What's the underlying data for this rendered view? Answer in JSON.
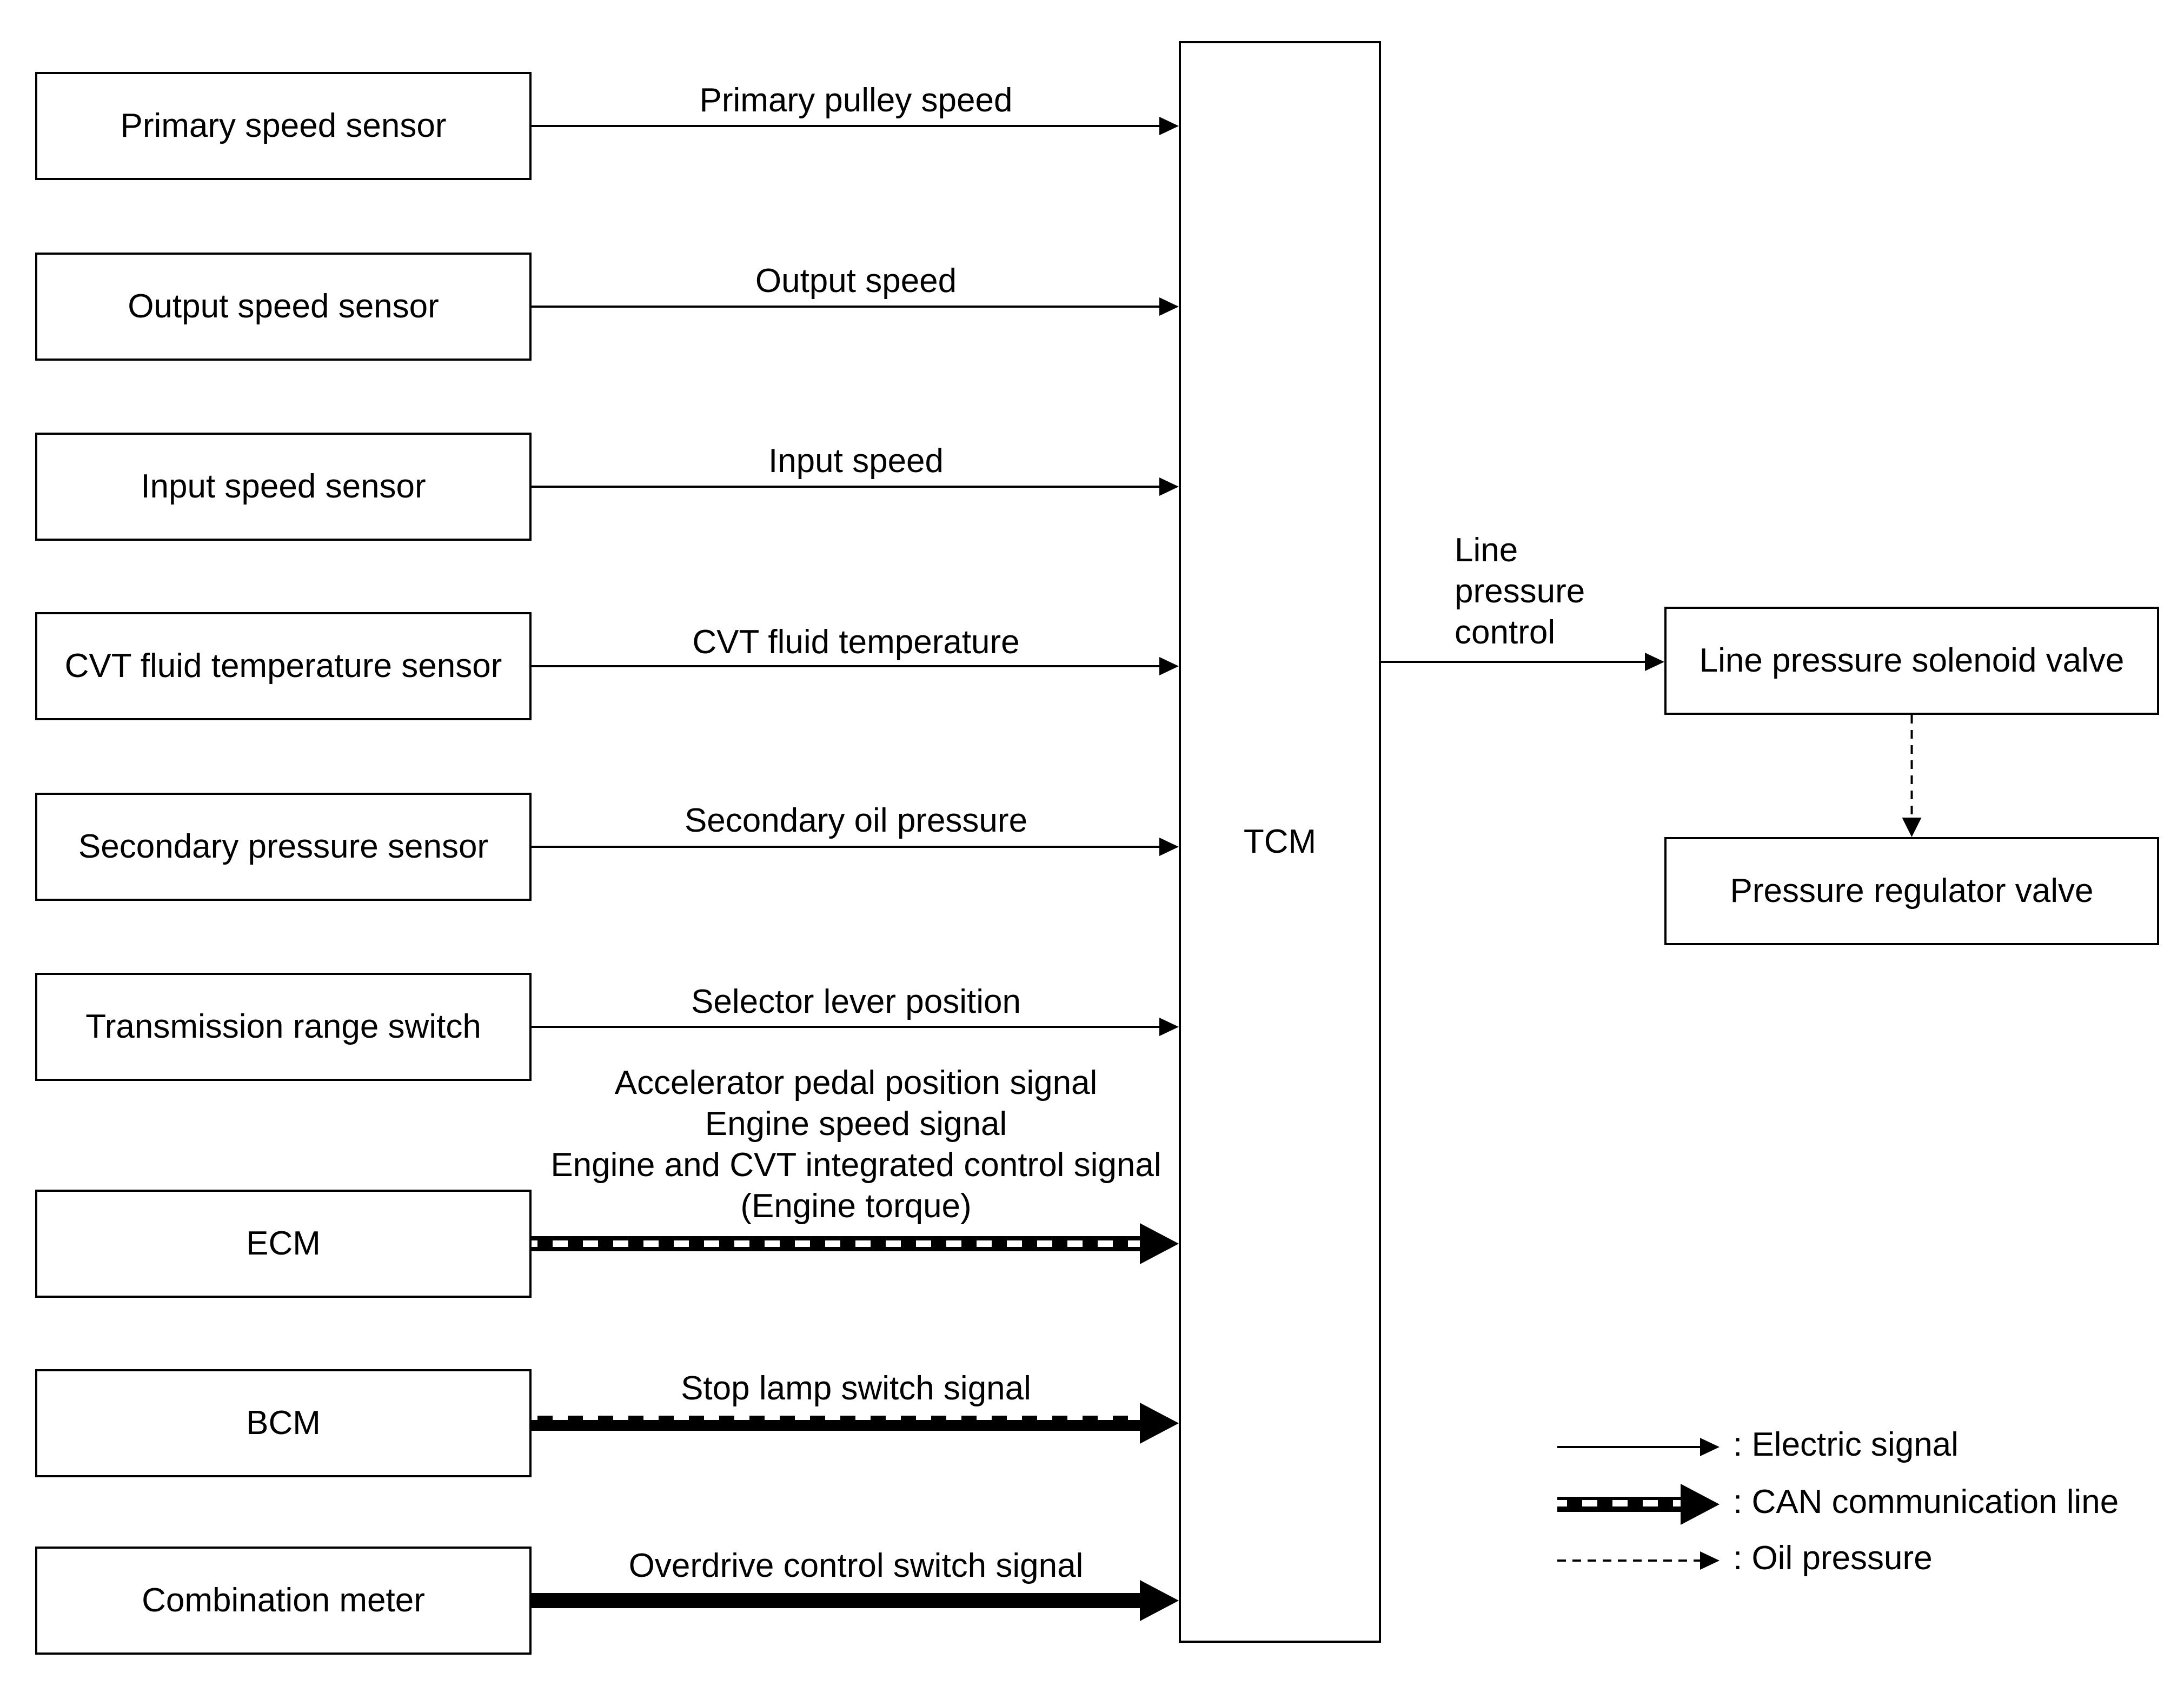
{
  "inputs": [
    {
      "box": "Primary speed sensor",
      "signal": "Primary pulley speed",
      "kind": "electric"
    },
    {
      "box": "Output speed sensor",
      "signal": "Output speed",
      "kind": "electric"
    },
    {
      "box": "Input speed sensor",
      "signal": "Input speed",
      "kind": "electric"
    },
    {
      "box": "CVT fluid temperature sensor",
      "signal": "CVT fluid temperature",
      "kind": "electric"
    },
    {
      "box": "Secondary pressure sensor",
      "signal": "Secondary oil pressure",
      "kind": "electric"
    },
    {
      "box": "Transmission range switch",
      "signal": "Selector lever position",
      "kind": "electric"
    },
    {
      "box": "ECM",
      "signal": "Accelerator pedal position signal\nEngine speed signal\nEngine and CVT integrated control signal\n(Engine torque)",
      "kind": "can"
    },
    {
      "box": "BCM",
      "signal": "Stop lamp switch signal",
      "kind": "can"
    },
    {
      "box": "Combination meter",
      "signal": "Overdrive control switch signal",
      "kind": "can"
    }
  ],
  "tcm": {
    "label": "TCM"
  },
  "output": {
    "signal": "Line\npressure\ncontrol",
    "solenoid": "Line pressure solenoid valve",
    "regulator": "Pressure regulator valve"
  },
  "legend": {
    "electric": ": Electric signal",
    "can": ": CAN communication line",
    "oil": ": Oil pressure"
  }
}
